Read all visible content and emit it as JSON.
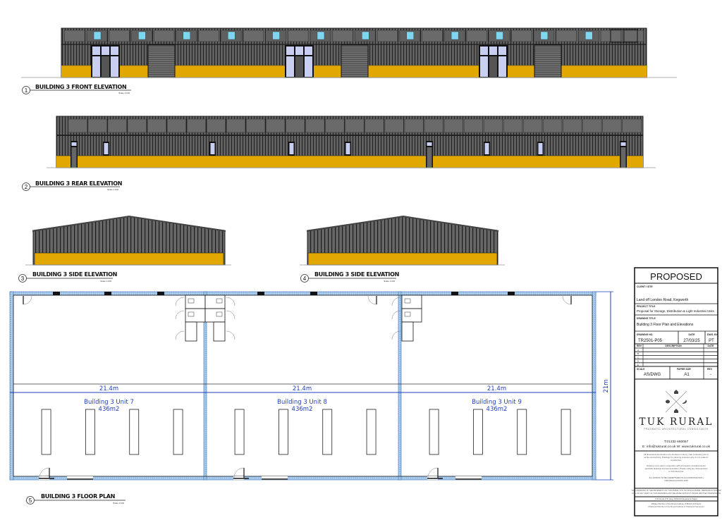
{
  "drawing": {
    "views": [
      {
        "number": "1",
        "title": "BUILDING 3 FRONT ELEVATION",
        "scale": "Scale 1:100"
      },
      {
        "number": "2",
        "title": "BUILDING 3 REAR ELEVATION",
        "scale": "Scale 1:100"
      },
      {
        "number": "3",
        "title": "BUILDING 3 SIDE ELEVATION",
        "scale": "Scale 1:100"
      },
      {
        "number": "4",
        "title": "BUILDING 3 SIDE ELEVATION",
        "scale": "Scale 1:100"
      },
      {
        "number": "5",
        "title": "BUILDING 3 FLOOR PLAN",
        "scale": "Scale 1:100"
      }
    ],
    "floor_plan": {
      "units": [
        {
          "name": "Building 3 Unit 7",
          "area": "436m2",
          "width": "21.4m"
        },
        {
          "name": "Building 3 Unit 8",
          "area": "436m2",
          "width": "21.4m"
        },
        {
          "name": "Building 3 Unit 9",
          "area": "436m2",
          "width": "21.4m"
        }
      ],
      "depth": "21m"
    },
    "colors": {
      "cladding": "#5f5f5f",
      "cladding_dark": "#3a3a3a",
      "base": "#e0a800",
      "glazing": "#7fd6f0",
      "door_glass": "#c8cff0",
      "wall": "#9cc3e6",
      "dimension": "#1f3fbf"
    }
  },
  "title_block": {
    "status": "PROPOSED",
    "client_site_label": "CLIENT / SITE",
    "client_site": "Land off London Road, Kegworth",
    "project_title_label": "PROJECT TITLE",
    "project_title": "Proposal for Storage, Distribution & Light Industrial Units",
    "drawing_title_label": "DRAWING TITLE",
    "drawing_title": "Building 3 Floor Plan and Elevations",
    "drawing_no_label": "DRAWING NO.",
    "drawing_no": "TR2501-P05",
    "date_label": "DATE",
    "date": "27/03/25",
    "drawn_by_label": "DWG. BY",
    "drawn_by": "PT",
    "revisions_header": {
      "rev": "REV",
      "description": "DESCRIPTION",
      "date": "DATE"
    },
    "revisions": [
      "A",
      "B",
      "C",
      "D",
      "E"
    ],
    "scale_label": "SCALE",
    "scale": "AS/DWG",
    "paper_size_label": "PAPER SIZE",
    "paper_size": "A1",
    "rev_label": "REV",
    "rev": "-",
    "brand": "TUK RURAL",
    "tagline": "PRAGMATIC ARCHITECTURAL CONSULTANTS",
    "phone": "T:01332 660057",
    "email_web": "E: info@tukrural.co.uk W: www.tukrural.co.uk",
    "notes": [
      "All dimensions and levels to be checked on site by main contractor prior to",
      "works commencing. Drawings for planning purposes only, do not scale for",
      "construction.",
      "Drawing to be read in conjunction with all relevant consultant and/or",
      "specialist drawings and documentation. Please notify any discrepancies",
      "to TUK Rural Ltd.",
      "ALL WORKS TO BE UNDERTAKEN IN ACCORDANCE WITH",
      "CDM REGULATIONS 2015",
      "THIS DRAWING IS THE PROPERTY OF TUK RURAL LTD. NO DISCLOSURE, REPRODUCTION OR",
      "USE OF ANY PART OF THIS DRAWING MAY BE MADE WITHOUT PRIOR WRITTEN PERMISSION",
      "TUK Rural LTD. Reg: 0294216 England & Wales",
      "Affiliate Member of the Royal Institute of British Architects",
      "Chartered Member of the Royal Institute of Chartered Surveyors"
    ]
  }
}
